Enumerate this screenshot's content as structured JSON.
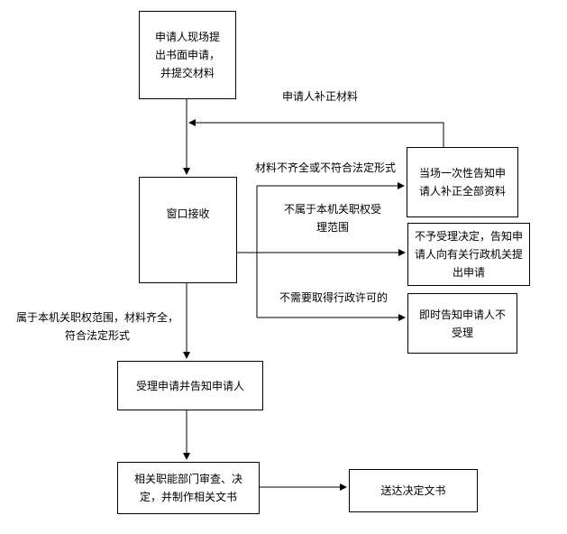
{
  "nodes": {
    "apply": "申请人现场提出书面申请，并提交材料",
    "window": "窗口接收",
    "notify_all": "当场一次性告知申请人补正全部资料",
    "reject_refer": "不予受理决定，告知申请人向有关行政机关提出申请",
    "not_accept": "即时告知申请人不受理",
    "accept": "受理申请并告知申请人",
    "review": "相关职能部门审查、决定，并制作相关文书",
    "deliver": "送达决定文书"
  },
  "edges": {
    "supplement": "申请人补正材料",
    "incomplete": "材料不齐全或不符合法定形式",
    "out_of_scope": "不属于本机关职权受理范围",
    "no_license": "不需要取得行政许可的",
    "in_scope": "属于本机关职权范围，材料齐全，符合法定形式"
  }
}
